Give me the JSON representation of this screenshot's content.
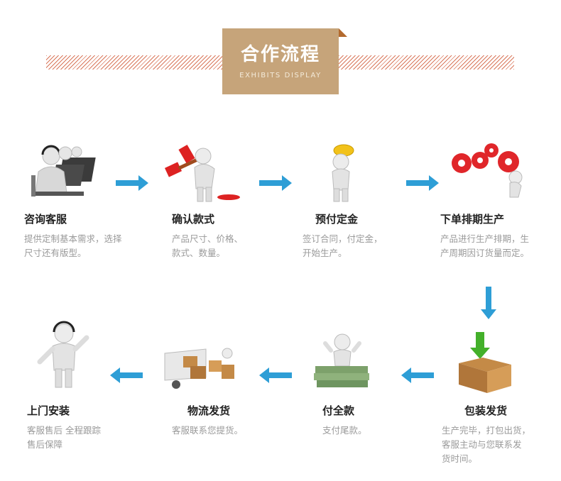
{
  "header": {
    "title": "合作流程",
    "subtitle": "EXHIBITS DISPLAY"
  },
  "colors": {
    "accent": "#c6a47a",
    "hatch": "#d9775b",
    "arrow": "#2e9ed6",
    "text": "#222222",
    "muted": "#9a9a9a"
  },
  "steps": [
    {
      "label": "咨询客服",
      "desc": [
        "提供定制基本需求，选择",
        "尺寸还有版型。"
      ]
    },
    {
      "label": "确认款式",
      "desc": [
        "产品尺寸、价格、",
        "款式、数量。"
      ]
    },
    {
      "label": "预付定金",
      "desc": [
        "签订合同，付定金，",
        "开始生产。"
      ]
    },
    {
      "label": "下单排期生产",
      "desc": [
        "产品进行生产排期，生",
        "产周期因订货量而定。"
      ]
    },
    {
      "label": "包装发货",
      "desc": [
        "生产完毕，打包出货，",
        "客服主动与您联系发",
        "货时间。"
      ]
    },
    {
      "label": "付全款",
      "desc": [
        "支付尾款。"
      ]
    },
    {
      "label": "物流发货",
      "desc": [
        "客服联系您提货。"
      ]
    },
    {
      "label": "上门安装",
      "desc": [
        "客服售后 全程跟踪",
        "售后保障"
      ]
    }
  ]
}
